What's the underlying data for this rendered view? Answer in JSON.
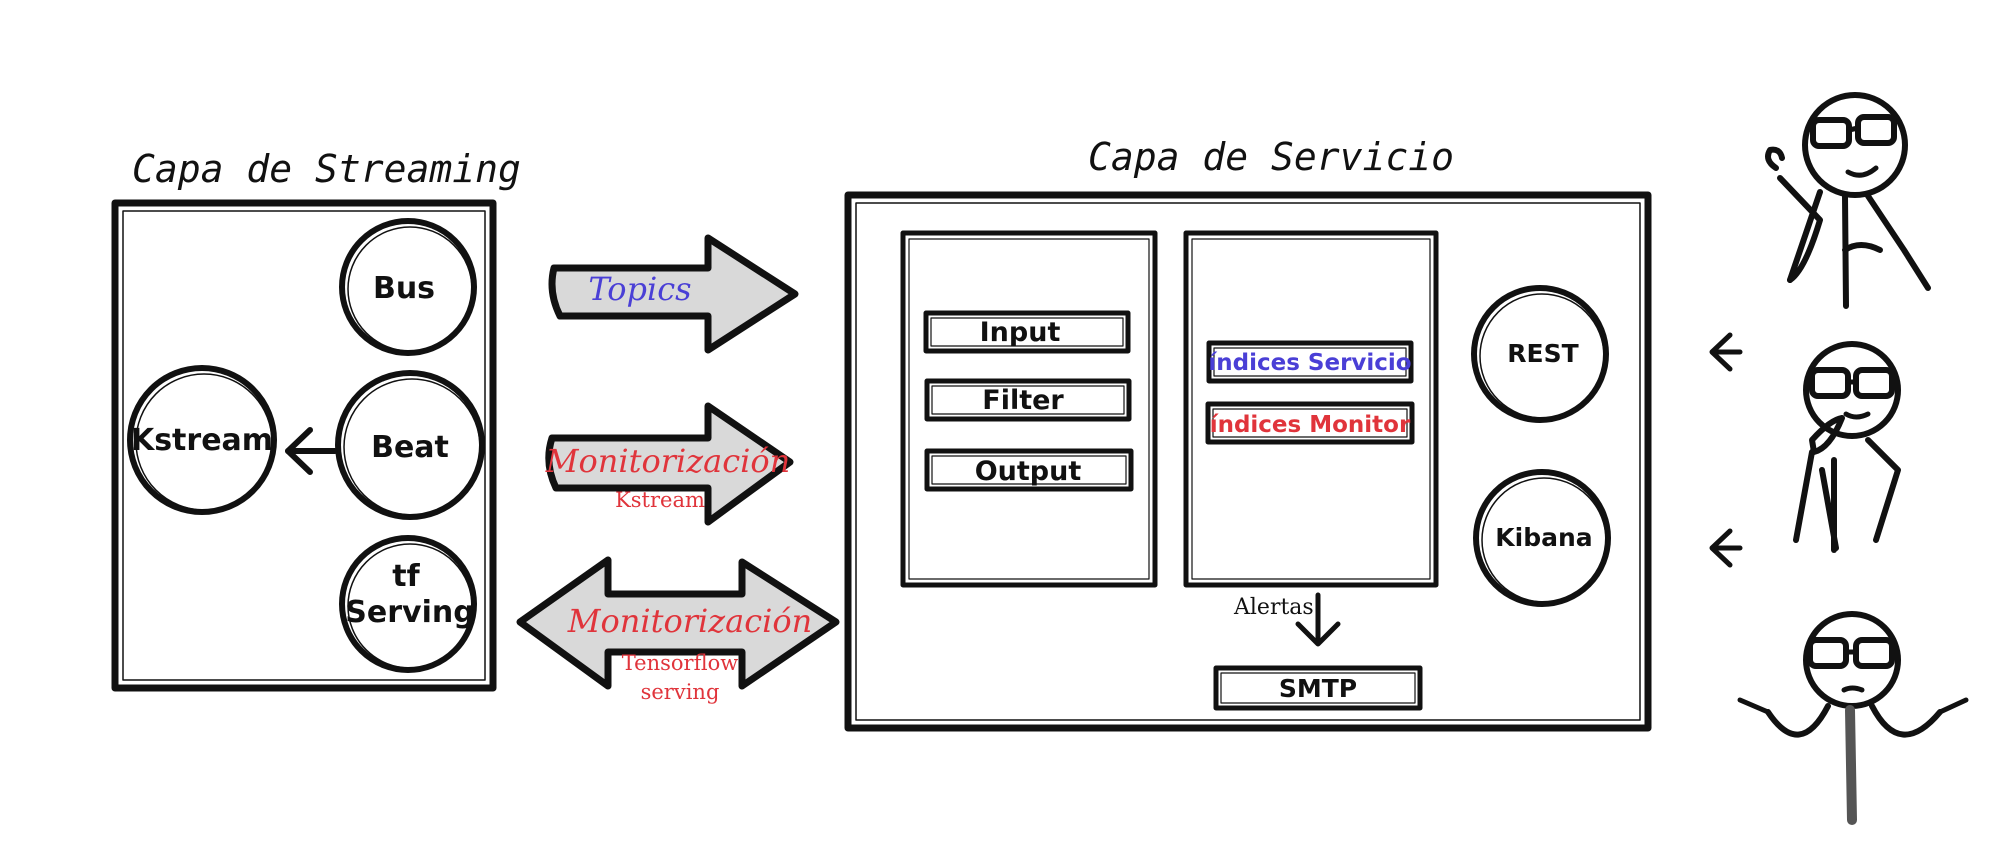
{
  "streaming_layer": {
    "title": "Capa de Streaming",
    "nodes": {
      "bus": "Bus",
      "beat": "Beat",
      "kstream": "Kstream",
      "tf_line1": "tf",
      "tf_line2": "Serving"
    }
  },
  "service_layer": {
    "title": "Capa de Servicio",
    "pipeline": {
      "input": "Input",
      "filter": "Filter",
      "output": "Output"
    },
    "indices": {
      "servicio": "índices Servicio",
      "monitor": "índices Monitor"
    },
    "rest": "REST",
    "kibana": "Kibana",
    "alertas": "Alertas",
    "smtp": "SMTP"
  },
  "flows": {
    "topics": "Topics",
    "monitor_kstream_line1": "Monitorización",
    "monitor_kstream_line2": "Kstream",
    "monitor_tf_line1": "Monitorización",
    "monitor_tf_line2": "Tensorflow",
    "monitor_tf_line3": "serving"
  },
  "colors": {
    "blue": "#4a3fd6",
    "red": "#e0343b",
    "arrow_fill": "#d9d9d9",
    "ink": "#111111"
  },
  "icons": [
    "user-thinking-thumb-icon",
    "user-thinking-chin-icon",
    "user-shrug-icon"
  ]
}
